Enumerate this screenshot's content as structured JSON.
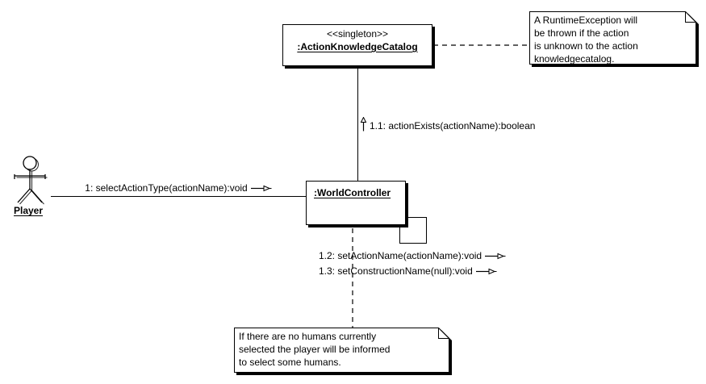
{
  "diagram": {
    "catalog": {
      "stereotype": "<<singleton>>",
      "name": ":ActionKnowledgeCatalog"
    },
    "world_controller": {
      "name": ":WorldController"
    },
    "actor": {
      "name": "Player"
    },
    "messages": {
      "m1": "1: selectActionType(actionName):void",
      "m1_1": "1.1: actionExists(actionName):boolean",
      "m1_2": "1.2: setActionName(actionName):void",
      "m1_3": "1.3: setConstructionName(null):void"
    },
    "notes": {
      "runtime_exception": "A RuntimeException will\nbe thrown if the action\nis unknown to the action\nknowledgecatalog.",
      "no_humans": "If there are no humans currently\nselected the player will be informed\nto select some humans."
    },
    "colors": {
      "line": "#000000",
      "background": "#ffffff"
    }
  }
}
